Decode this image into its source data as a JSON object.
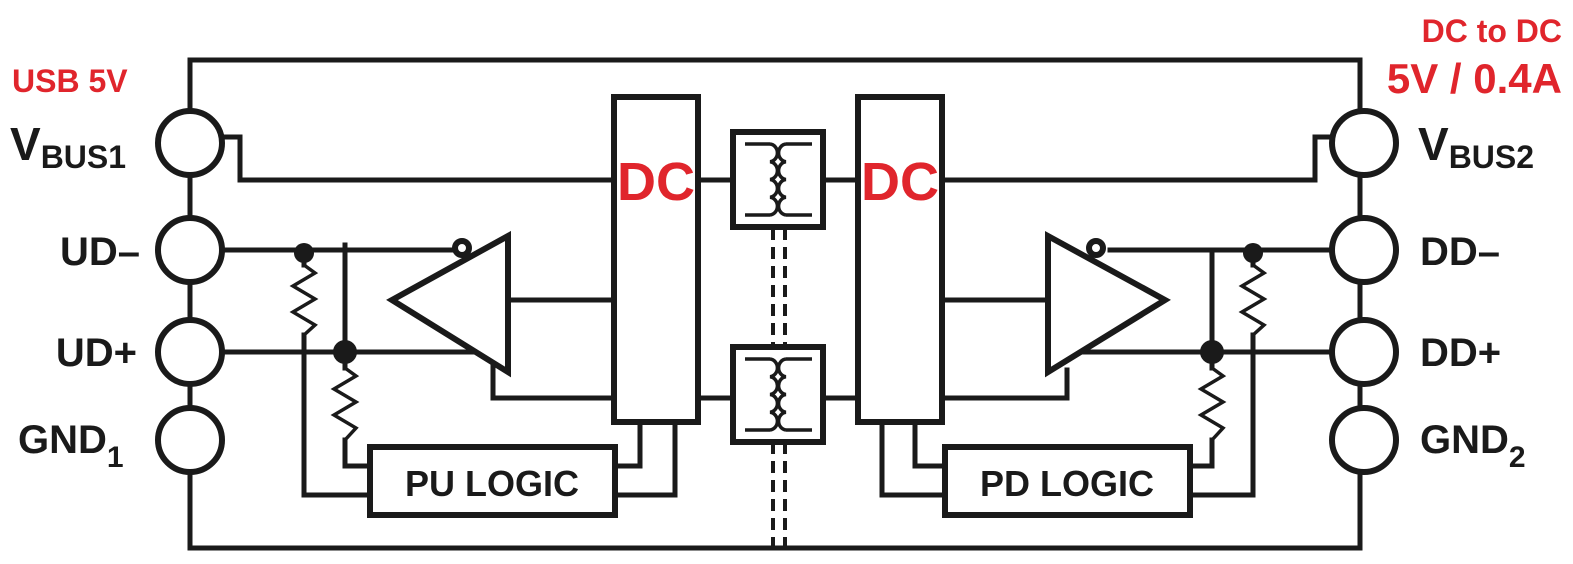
{
  "annotations": {
    "input_supply": "USB 5V",
    "output_title": "DC to DC",
    "output_rating": "5V / 0.4A",
    "accent_color": "#e0252c"
  },
  "left_pins": [
    {
      "name": "V",
      "sub": "BUS1"
    },
    {
      "name": "UD–",
      "sub": ""
    },
    {
      "name": "UD+",
      "sub": ""
    },
    {
      "name": "GND",
      "sub": "1"
    }
  ],
  "right_pins": [
    {
      "name": "V",
      "sub": "BUS2"
    },
    {
      "name": "DD–",
      "sub": ""
    },
    {
      "name": "DD+",
      "sub": ""
    },
    {
      "name": "GND",
      "sub": "2"
    }
  ],
  "blocks": {
    "left_converter": "DC",
    "right_converter": "DC",
    "left_logic": "PU LOGIC",
    "right_logic": "PD LOGIC"
  }
}
